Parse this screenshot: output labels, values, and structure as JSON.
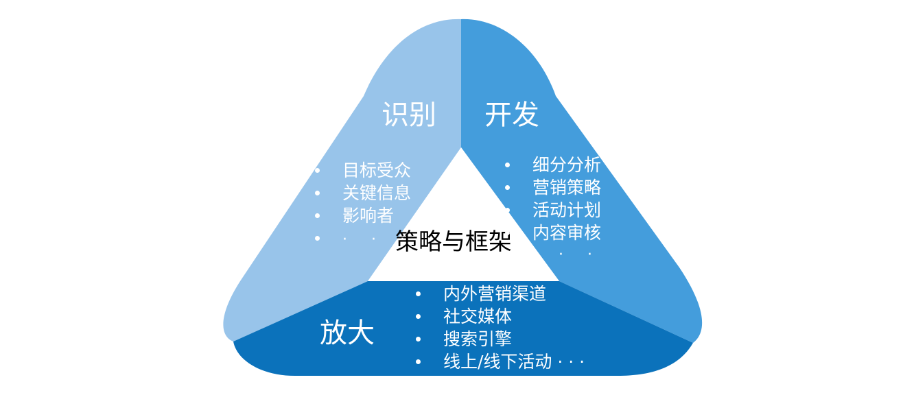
{
  "diagram": {
    "center_title": "策略与框架",
    "colors": {
      "left_segment": "#98C4EA",
      "right_segment": "#449DDC",
      "bottom_segment": "#0B72BB",
      "center": "#FFFFFF",
      "text_light": "#FFFFFF",
      "text_dark": "#000000"
    },
    "segments": {
      "identify": {
        "title": "识别",
        "items": [
          "目标受众",
          "关键信息",
          "影响者",
          "· · ·"
        ]
      },
      "develop": {
        "title": "开发",
        "items": [
          "细分分析",
          "营销策略",
          "活动计划",
          "内容审核",
          "· ·"
        ]
      },
      "amplify": {
        "title": "放大",
        "items": [
          "内外营销渠道",
          "社交媒体",
          "搜索引擎",
          "线上/线下活动 · · ·"
        ]
      }
    }
  }
}
